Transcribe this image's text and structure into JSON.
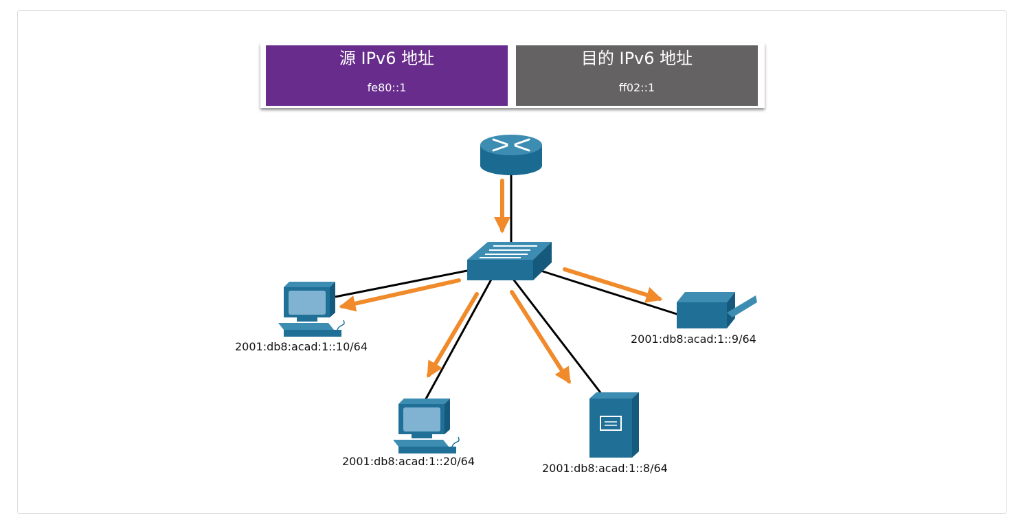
{
  "header": {
    "source": {
      "title": "源 IPv6 地址",
      "value": "fe80::1"
    },
    "destination": {
      "title": "目的 IPv6 地址",
      "value": "ff02::1"
    }
  },
  "devices": {
    "pc_left": {
      "address": "2001:db8:acad:1::10/64"
    },
    "pc_bottom": {
      "address": "2001:db8:acad:1::20/64"
    },
    "server": {
      "address": "2001:db8:acad:1::8/64"
    },
    "printer": {
      "address": "2001:db8:acad:1::9/64"
    }
  },
  "colors": {
    "source_box": "#672c8c",
    "destination_box": "#646262",
    "arrow": "#f08a2a",
    "device": "#1f6f97",
    "link": "#000000"
  }
}
